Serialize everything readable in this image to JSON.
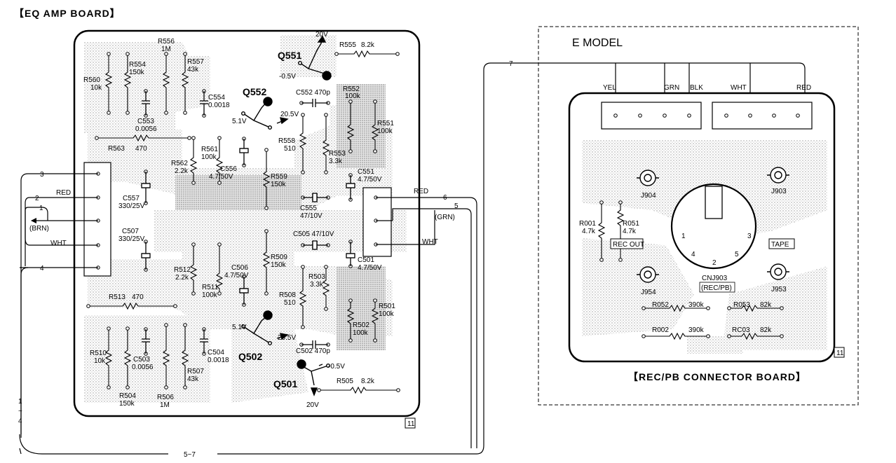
{
  "eq_board": {
    "title": "【EQ AMP BOARD】",
    "page_ref": "11",
    "transistors": {
      "q551": "Q551",
      "q552": "Q552",
      "q502": "Q502",
      "q501": "Q501"
    },
    "voltages": {
      "q551_top": "20V",
      "q551_left": "-0.5V",
      "q552_left": "5.1V",
      "q552_right": "20.5V",
      "q502_left": "5.1V",
      "q502_right": "20.5V",
      "q501_right": "-0.5V",
      "q501_bottom": "20V"
    },
    "resistors": {
      "r560": [
        "R560",
        "10k"
      ],
      "r554": [
        "R554",
        "150k"
      ],
      "r556": [
        "R556",
        "1M"
      ],
      "r557": [
        "R557",
        "43k"
      ],
      "r555": [
        "R555",
        "8.2k"
      ],
      "r552": [
        "R552",
        "100k"
      ],
      "r551": [
        "R551",
        "100k"
      ],
      "r558": [
        "R558",
        "510"
      ],
      "r553": [
        "R553",
        "3.3k"
      ],
      "r563": [
        "R563",
        "470"
      ],
      "r562": [
        "R562",
        "2.2k"
      ],
      "r561": [
        "R561",
        "100k"
      ],
      "r559": [
        "R559",
        "150k"
      ],
      "r509": [
        "R509",
        "150k"
      ],
      "r512": [
        "R512",
        "2.2k"
      ],
      "r511": [
        "R511",
        "100k"
      ],
      "r513": [
        "R513",
        "470"
      ],
      "r503": [
        "R503",
        "3.3k"
      ],
      "r508": [
        "R508",
        "510"
      ],
      "r502": [
        "R502",
        "100k"
      ],
      "r501": [
        "R501",
        "100k"
      ],
      "r510": [
        "R510",
        "10k"
      ],
      "r504": [
        "R504",
        "150k"
      ],
      "r506": [
        "R506",
        "1M"
      ],
      "r507": [
        "R507",
        "43k"
      ],
      "r505": [
        "R505",
        "8.2k"
      ]
    },
    "capacitors": {
      "c554": [
        "C554",
        "0.0018"
      ],
      "c553": [
        "C553",
        "0.0056"
      ],
      "c552": [
        "C552 470p"
      ],
      "c556": [
        "C556",
        "4.7/50V"
      ],
      "c551": [
        "C551",
        "4.7/50V"
      ],
      "c557": [
        "C557",
        "330/25V"
      ],
      "c555": [
        "C555",
        "47/10V"
      ],
      "c507": [
        "C507",
        "330/25V"
      ],
      "c505": [
        "C505 47/10V"
      ],
      "c506": [
        "C506",
        "4.7/50V"
      ],
      "c501": [
        "C501",
        "4.7/50V"
      ],
      "c503": [
        "C503",
        "0.0056"
      ],
      "c504": [
        "C504",
        "0.0018"
      ],
      "c502": [
        "C502 470p"
      ]
    },
    "left_connector": {
      "n3": "3",
      "n2": "2",
      "n1": "1",
      "n4": "4",
      "red": "RED",
      "brn": "(BRN)",
      "wht": "WHT"
    },
    "right_connector": {
      "n6": "6",
      "n5": "5",
      "red": "RED",
      "grn": "(GRN)",
      "wht": "WHT"
    }
  },
  "wiring": {
    "to_7": "7",
    "bus": "5~7",
    "side_range_a": "1",
    "side_range_sep": "~",
    "side_range_b": "4"
  },
  "rec_board": {
    "model": "E MODEL",
    "title": "【REC/PB CONNECTOR BOARD】",
    "page_ref": "11",
    "wires": [
      "YEL",
      "GRN",
      "BLK",
      "WHT",
      "RED"
    ],
    "jacks": [
      "J904",
      "J903",
      "J954",
      "J953"
    ],
    "connector": [
      "CNJ903",
      "(REC/PB)"
    ],
    "pins": [
      "1",
      "2",
      "3",
      "4",
      "5"
    ],
    "boxes": [
      "REC OUT",
      "TAPE"
    ],
    "resistors": {
      "r001": [
        "R001",
        "4.7k"
      ],
      "r051": [
        "R051",
        "4.7k"
      ],
      "r052": [
        "R052",
        "390k"
      ],
      "r053": [
        "R053",
        "82k"
      ],
      "r002": [
        "R002",
        "390k"
      ],
      "r003": [
        "RC03",
        "82k"
      ]
    }
  }
}
